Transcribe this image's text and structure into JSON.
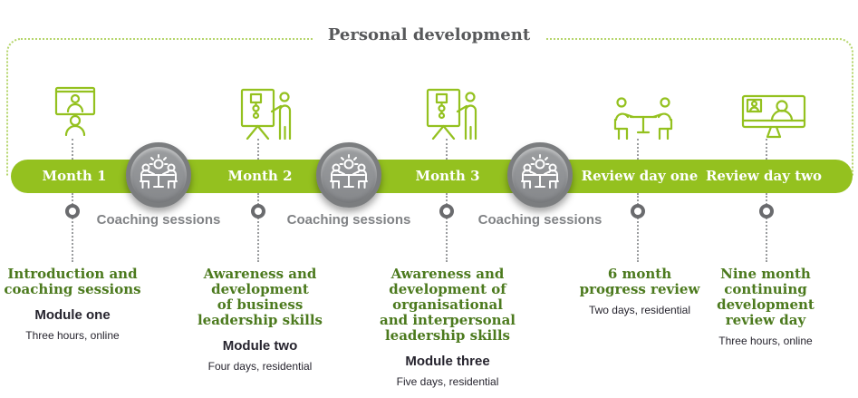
{
  "title": "Personal development",
  "colors": {
    "accent_green": "#94C11F",
    "dotted_green": "#B5D56B",
    "dark_green_text": "#4C7A1E",
    "title_gray": "#57585A",
    "gray_text": "#808285",
    "dark_text": "#26242E",
    "circle_ring": "#7B7D7F",
    "connector_gray": "#9A9C9E",
    "ring_gray": "#6A6B6E"
  },
  "coaching": {
    "label": "Coaching sessions",
    "count": 3,
    "icon": "team-meeting-lightbulb-icon"
  },
  "milestones": [
    {
      "label": "Month 1",
      "icon": "webinar-presentation-icon",
      "heading": "Introduction and\ncoaching sessions",
      "module": "Module one",
      "detail": "Three hours, online"
    },
    {
      "label": "Month 2",
      "icon": "flipchart-presenter-icon",
      "heading": "Awareness and\ndevelopment\nof business\nleadership skills",
      "module": "Module two",
      "detail": "Four days, residential"
    },
    {
      "label": "Month 3",
      "icon": "flipchart-presenter-icon",
      "heading": "Awareness and\ndevelopment of\norganisational\nand interpersonal\nleadership skills",
      "module": "Module three",
      "detail": "Five days, residential"
    },
    {
      "label": "Review day one",
      "icon": "meeting-table-icon",
      "heading": "6 month\nprogress review",
      "module": null,
      "detail": "Two days, residential"
    },
    {
      "label": "Review day two",
      "icon": "video-call-icon",
      "heading": "Nine month\ncontinuing\ndevelopment\nreview day",
      "module": null,
      "detail": "Three hours, online"
    }
  ]
}
